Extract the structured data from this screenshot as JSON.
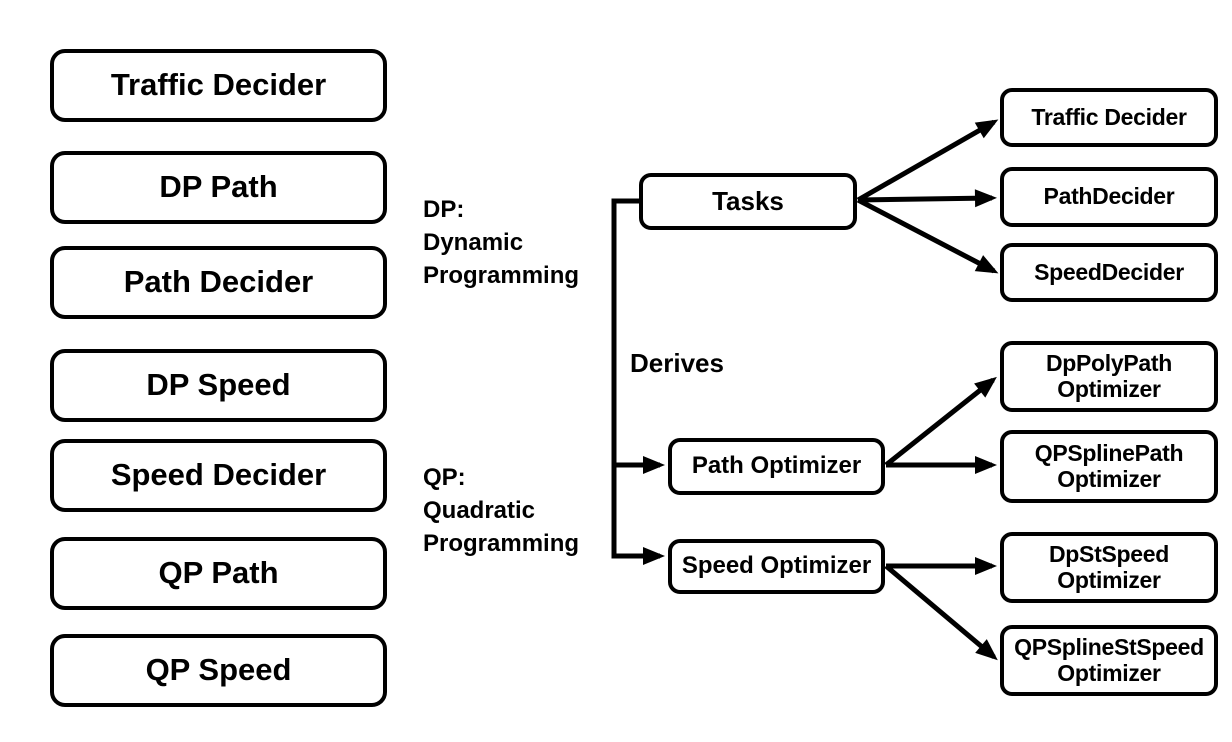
{
  "diagram": {
    "background_color": "#ffffff",
    "line_color": "#000000",
    "box_fill": "#ffffff",
    "text_color": "#000000",
    "left_column": [
      "Traffic Decider",
      "DP Path",
      "Path Decider",
      "DP Speed",
      "Speed Decider",
      "QP Path",
      "QP Speed"
    ],
    "legends": {
      "dp": "DP:\nDynamic\nProgramming",
      "qp": "QP:\nQuadratic\nProgramming"
    },
    "edge_label": "Derives",
    "tree": {
      "root": "Tasks",
      "task_children": [
        "Traffic Decider",
        "PathDecider",
        "SpeedDecider"
      ],
      "optimizers": [
        "Path Optimizer",
        "Speed Optimizer"
      ],
      "path_optimizer_children": [
        "DpPolyPath\nOptimizer",
        "QPSplinePath\nOptimizer"
      ],
      "speed_optimizer_children": [
        "DpStSpeed\nOptimizer",
        "QPSplineStSpeed\nOptimizer"
      ]
    }
  }
}
